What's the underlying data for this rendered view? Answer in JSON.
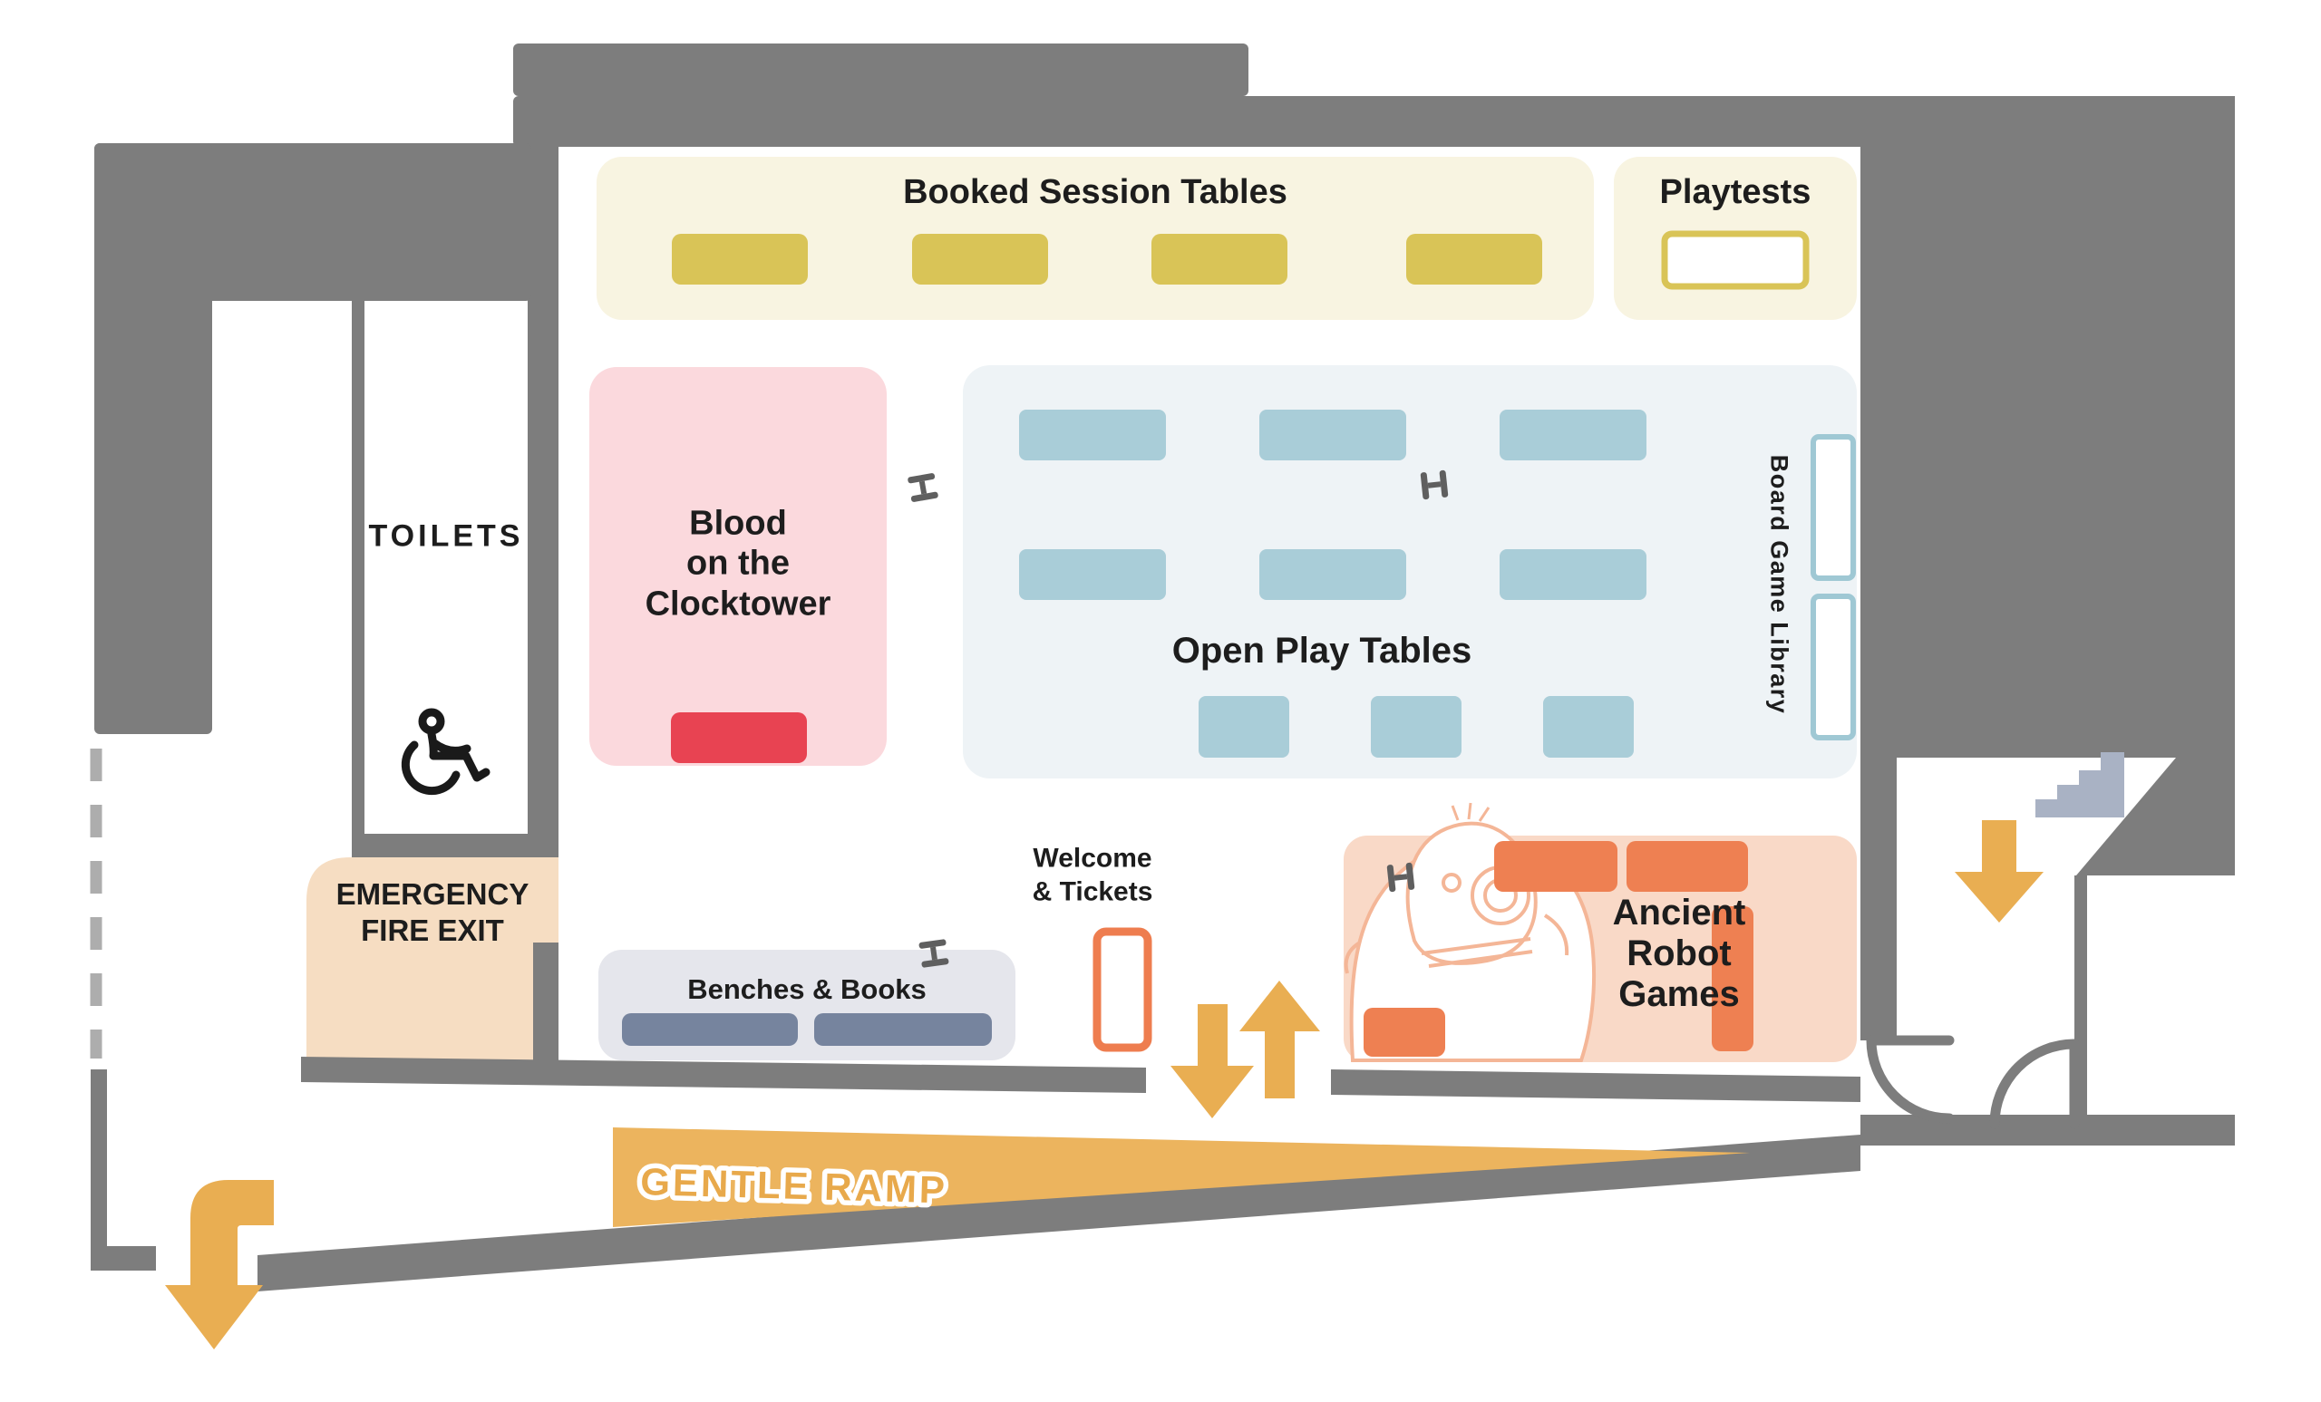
{
  "map": {
    "wall_color": "#7d7d7d",
    "rooms": {
      "booked_sessions": {
        "title": "Booked Session Tables",
        "panel_color": "#f8f4e1",
        "table_color": "#d9c457",
        "table_count": 4
      },
      "playtests": {
        "title": "Playtests",
        "panel_color": "#f8f4e1",
        "table_fill": "#ffffff",
        "table_border_color": "#d9c457",
        "table_count": 1
      },
      "blood_on_the_clocktower": {
        "lines": [
          "Blood",
          "on the",
          "Clocktower"
        ],
        "panel_color": "#fbd9dd",
        "table_color": "#e84352",
        "table_count": 1
      },
      "open_play": {
        "title": "Open Play Tables",
        "panel_color": "#eef3f6",
        "table_color": "#a9cdd8",
        "table_count": 9
      },
      "board_game_library": {
        "title": "Board Game Library",
        "shelf_fill": "#ffffff",
        "shelf_border_color": "#9fc8d4",
        "shelf_count": 2
      },
      "toilets": {
        "title": "TOILETS"
      },
      "emergency_fire_exit": {
        "lines": [
          "EMERGENCY",
          "FIRE EXIT"
        ],
        "panel_color": "#f6ddc2"
      },
      "benches_books": {
        "title": "Benches & Books",
        "panel_color": "#e5e6ec",
        "bench_color": "#76849e",
        "bench_count": 2
      },
      "welcome_tickets": {
        "lines": [
          "Welcome",
          "& Tickets"
        ],
        "desk_border_color": "#ee7d4f"
      },
      "ancient_robot_games": {
        "lines": [
          "Ancient",
          "Robot",
          "Games"
        ],
        "panel_color": "#f9d9c7",
        "table_color": "#ee8052",
        "table_count": 4
      },
      "gentle_ramp": {
        "title": "GENTLE RAMP",
        "color": "#ecb45e"
      }
    },
    "icons": {
      "arrow_color": "#e9ae52",
      "stairs_color": "#a9b2c4",
      "column_marker_color": "#5f5f5f",
      "wheelchair_color": "#1a1a1a",
      "dashed_wall_color": "#adadad",
      "names": [
        "wheelchair-icon",
        "stairs-icon",
        "down-arrow-icon",
        "up-arrow-icon",
        "curved-exit-arrow-icon",
        "door-swing-icon",
        "column-marker"
      ]
    }
  }
}
